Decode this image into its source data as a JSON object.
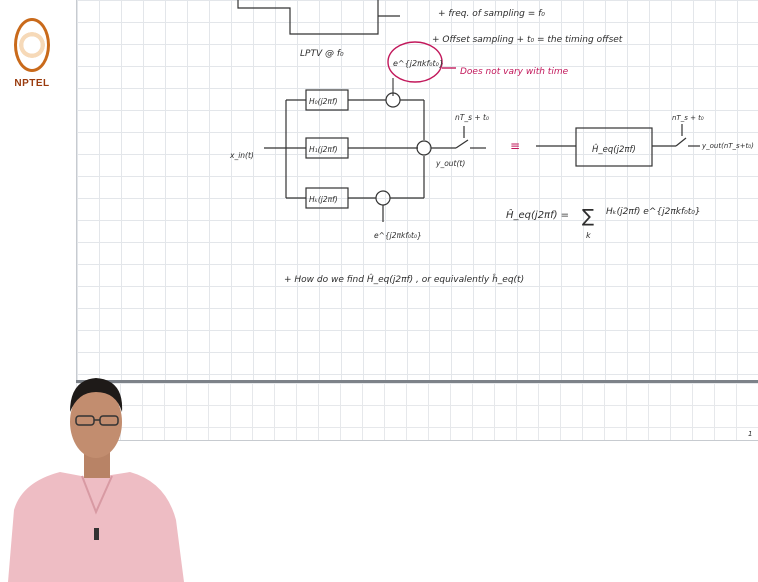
{
  "logo": {
    "text": "NPTEL"
  },
  "notes": {
    "line_top_1": "+ freq. of sampling = f₀",
    "line_top_2": "+ Offset sampling + t₀ = the timing offset",
    "block_top": "LPTV @ f₀",
    "exp_term": "e^{j2πkf₀t₀}",
    "red_note": "Does not vary with time",
    "input_label": "x_in(t)",
    "h0": "H₀(j2πf)",
    "h1": "H₁(j2πf)",
    "hk": "Hₖ(j2πf)",
    "exp_bottom": "e^{j2πkf₀t₀}",
    "sample_label": "nT_s + t₀",
    "out_label": "y_out(t)",
    "equiv_sign": "≡",
    "heq_block": "Ĥ_eq(j2πf)",
    "sample_label2": "nT_s + t₀",
    "out_label2": "y_out(nT_s+t₀)",
    "equation_lhs": "Ĥ_eq(j2πf) =",
    "equation_sum": "∑",
    "equation_index": "k",
    "equation_rhs": "Hₖ(j2πf) e^{j2πkf₀t₀}",
    "question": "+ How do we find  Ĥ_eq(j2πf) ,  or equivalently  ĥ_eq(t)",
    "page_marker": "1"
  }
}
